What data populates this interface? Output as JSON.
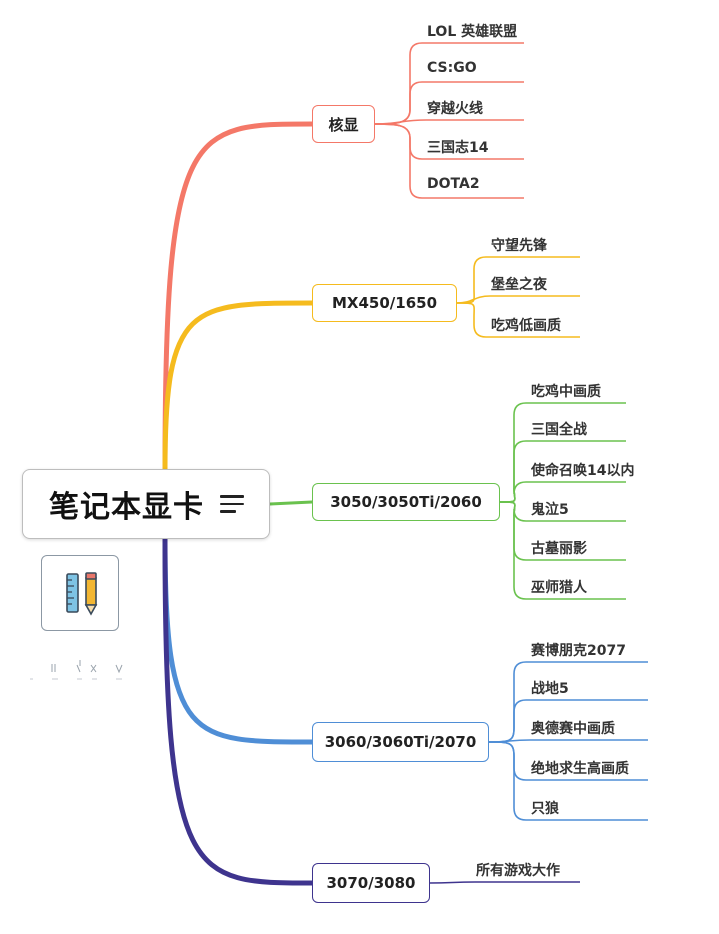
{
  "root": {
    "title": "笔记本显卡"
  },
  "branches": [
    {
      "label": "核显",
      "color": "#f47868",
      "leaves": [
        "LOL 英雄联盟",
        "CS:GO",
        "穿越火线",
        "三国志14",
        "DOTA2"
      ]
    },
    {
      "label": "MX450/1650",
      "color": "#f5bb1e",
      "leaves": [
        "守望先锋",
        "堡垒之夜",
        "吃鸡低画质"
      ]
    },
    {
      "label": "3050/3050Ti/2060",
      "color": "#6ac24e",
      "leaves": [
        "吃鸡中画质",
        "三国全战",
        "使命召唤14以内",
        "鬼泣5",
        "古墓丽影",
        "巫师猎人"
      ]
    },
    {
      "label": "3060/3060Ti/2070",
      "color": "#4f8ed6",
      "leaves": [
        "赛博朋克2077",
        "战地5",
        "奥德赛中画质",
        "绝地求生高画质",
        "只狼"
      ]
    },
    {
      "label": "3070/3080",
      "color": "#3e348e",
      "leaves": [
        "所有游戏大作"
      ]
    }
  ],
  "icons": {
    "root_notes": "notes-lines-icon",
    "sticker": "ruler-pencil-icon"
  }
}
